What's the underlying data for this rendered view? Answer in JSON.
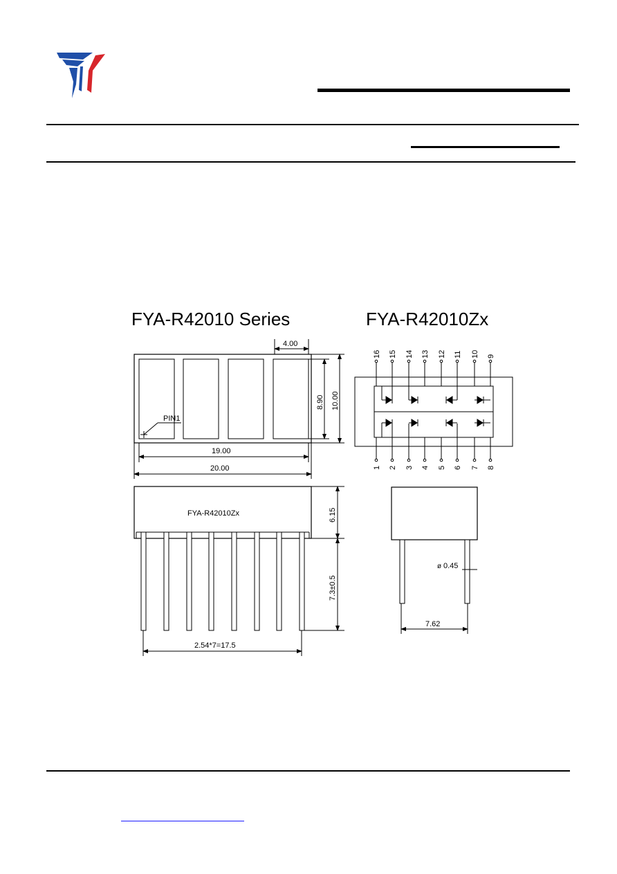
{
  "company": {
    "logo_colors": {
      "blue": "#1f4fa8",
      "red": "#d7262b"
    }
  },
  "titles": {
    "left": "FYA-R42010 Series",
    "right": "FYA-R42010Zx"
  },
  "drawing": {
    "pin1_label": "PIN1",
    "dim_digit_width": "4.00",
    "dim_height_inner": "8.90",
    "dim_height_outer": "10.00",
    "dim_width_inner": "19.00",
    "dim_width_outer": "20.00",
    "body_label": "FYA-R42010Zx",
    "dim_body_height": "6.15",
    "dim_pin_length": "7.3±0.5",
    "dim_pin_pitch": "2.54*7=17.5",
    "dim_pin_diameter": "0.45",
    "diameter_symbol": "ø",
    "dim_row_spacing": "7.62",
    "top_pins": [
      "16",
      "15",
      "14",
      "13",
      "12",
      "11",
      "10",
      "9"
    ],
    "bottom_pins": [
      "1",
      "2",
      "3",
      "4",
      "5",
      "6",
      "7",
      "8"
    ]
  }
}
